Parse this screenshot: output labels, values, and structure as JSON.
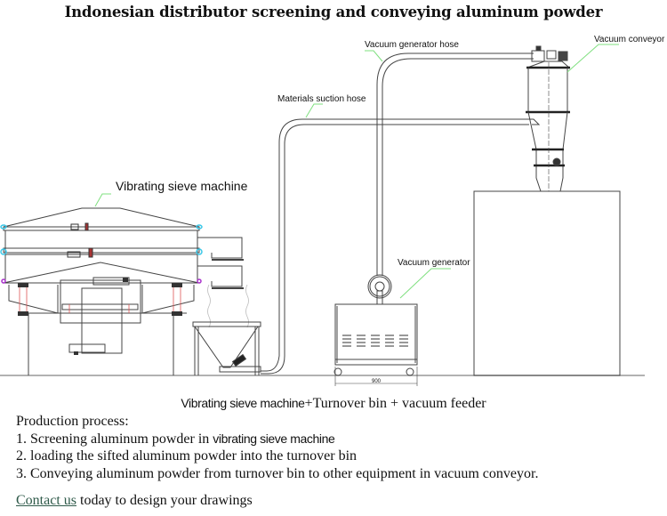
{
  "title": "Indonesian distributor screening and conveying aluminum powder",
  "diagram": {
    "labels": {
      "vacuum_generator_hose": "Vacuum generator hose",
      "vacuum_conveyor": "Vacuum conveyor",
      "materials_suction_hose": "Materials suction hose",
      "vibrating_sieve_machine": "Vibrating sieve machine",
      "vacuum_generator": "Vacuum generator",
      "dimension": "900"
    },
    "leader_color": "#7fe07f"
  },
  "caption": {
    "part1": "Vibrating sieve machine",
    "part2": "+Turnover bin + vacuum feeder"
  },
  "process": {
    "heading": "Production process:",
    "steps": [
      {
        "text": "1. Screening aluminum powder  in ",
        "suffix": "vibrating sieve machine"
      },
      {
        "text": "2. loading the sifted aluminum powder  into the turnover bin"
      },
      {
        "text": "3. Conveying aluminum powder from turnover bin to other equipment  in vacuum conveyor."
      }
    ]
  },
  "contact": {
    "link_label": "Contact us",
    "rest": " today to design your drawings",
    "link_color": "#2f5a4a"
  }
}
